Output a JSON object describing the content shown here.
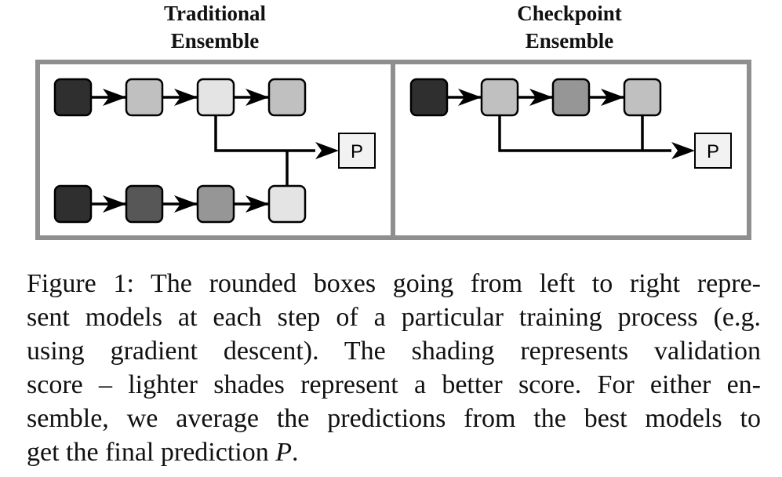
{
  "panels": [
    {
      "title": "Traditional\nEnsemble"
    },
    {
      "title": "Checkpoint\nEnsemble"
    }
  ],
  "prediction_label": "P",
  "colors": {
    "frame": "#8f8f8f",
    "line": "#000000",
    "very_dark": "#2f2f2f",
    "dark": "#575757",
    "medium": "#969696",
    "light": "#c0c0c0",
    "lighter": "#e4e4e4",
    "pred_fill": "#f2f2f2"
  },
  "caption": {
    "lines": [
      "Figure 1: The rounded boxes going from left to right repre-",
      "sent models at each step of a particular training process (e.g.",
      "using gradient descent). The shading represents validation",
      "score – lighter shades represent a better score. For either en-",
      "semble, we average the predictions from the best models to"
    ],
    "last_prefix": "get the final prediction ",
    "last_var": "P",
    "last_suffix": "."
  }
}
